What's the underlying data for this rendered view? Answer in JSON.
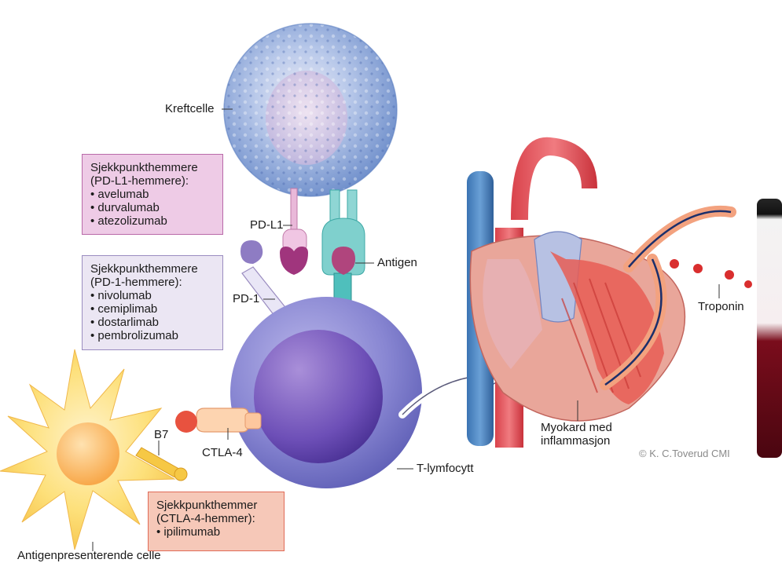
{
  "labels": {
    "kreftcelle": "Kreftcelle",
    "pd_l1": "PD-L1",
    "antigen": "Antigen",
    "pd_1": "PD-1",
    "b7": "B7",
    "ctla_4": "CTLA-4",
    "t_lymfocytt": "T-lymfocytt",
    "antigenpresenterende_celle": "Antigenpresenterende celle",
    "myokard_line1": "Myokard med",
    "myokard_line2": "inflammasjon",
    "troponin": "Troponin"
  },
  "boxes": {
    "pd_l1_inhibitors": {
      "title_line1": "Sjekkpunkthemmere",
      "title_line2": "(PD-L1-hemmere):",
      "drugs": [
        "avelumab",
        "durvalumab",
        "atezolizumab"
      ]
    },
    "pd_1_inhibitors": {
      "title_line1": "Sjekkpunkthemmere",
      "title_line2": "(PD-1-hemmere):",
      "drugs": [
        "nivolumab",
        "cemiplimab",
        "dostarlimab",
        "pembrolizumab"
      ]
    },
    "ctla_4_inhibitors": {
      "title_line1": "Sjekkpunkthemmer",
      "title_line2": "(CTLA-4-hemmer):",
      "drugs": [
        "ipilimumab"
      ]
    }
  },
  "copyright": "© K. C.Toverud CMI",
  "colors": {
    "cancer_cell": "#9fb8e0",
    "t_cell": "#7e7fc8",
    "apc": "#fde07a",
    "pd_l1_inhibitor": "#a0357d",
    "pd_1_inhibitor": "#8e7cc3",
    "ctla_4_inhibitor": "#e8523f",
    "antigen": "#b0457d",
    "tcr": "#5cc4c2"
  }
}
